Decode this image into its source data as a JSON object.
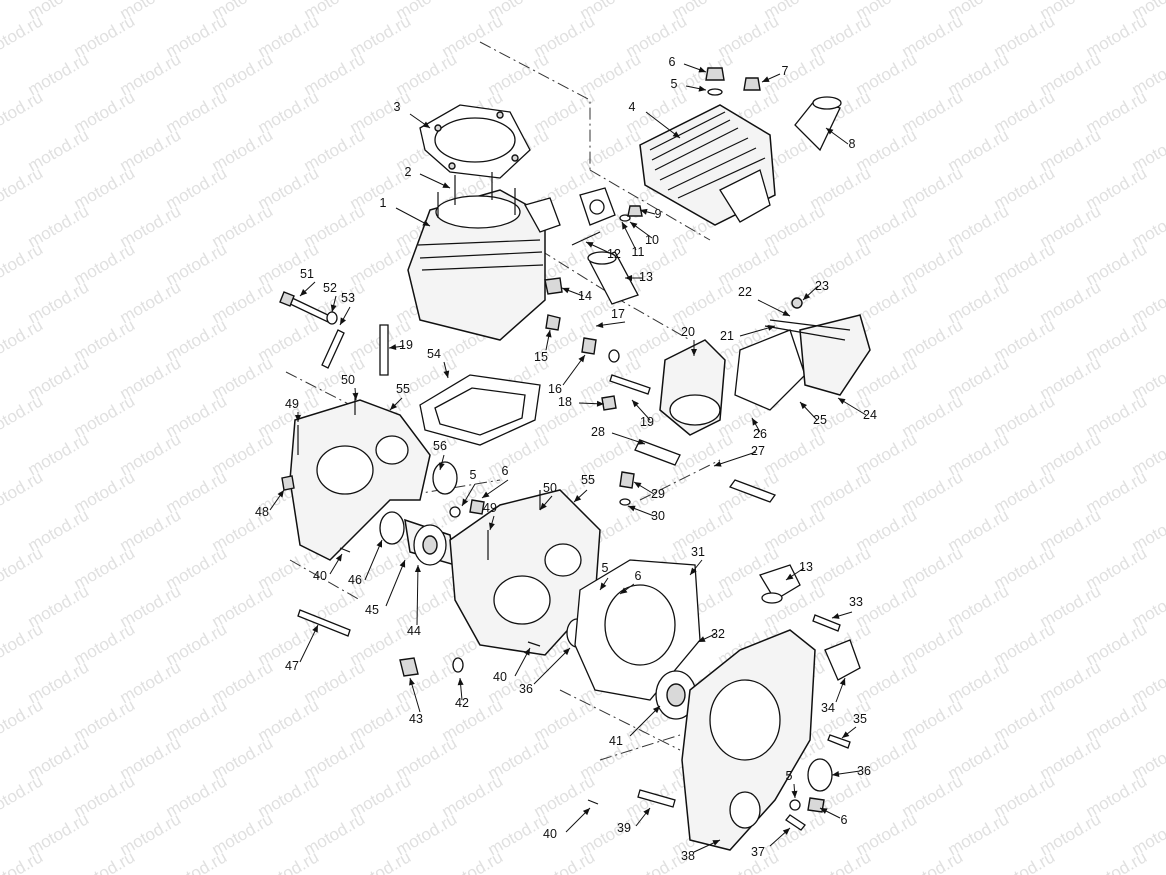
{
  "diagram": {
    "watermark": "motod.ru",
    "callout_numbers": [
      "1",
      "2",
      "3",
      "4",
      "5",
      "6",
      "7",
      "8",
      "9",
      "10",
      "11",
      "12",
      "13",
      "14",
      "15",
      "16",
      "17",
      "18",
      "19",
      "20",
      "21",
      "22",
      "23",
      "24",
      "25",
      "26",
      "27",
      "28",
      "29",
      "30",
      "31",
      "32",
      "33",
      "34",
      "35",
      "36",
      "37",
      "38",
      "39",
      "40",
      "41",
      "42",
      "43",
      "44",
      "45",
      "46",
      "47",
      "48",
      "49",
      "50",
      "51",
      "52",
      "53",
      "54",
      "55",
      "56"
    ],
    "callouts": [
      {
        "id": "c6a",
        "label": "6"
      },
      {
        "id": "c7",
        "label": "7"
      },
      {
        "id": "c5a",
        "label": "5"
      },
      {
        "id": "c4",
        "label": "4"
      },
      {
        "id": "c8",
        "label": "8"
      },
      {
        "id": "c3",
        "label": "3"
      },
      {
        "id": "c2",
        "label": "2"
      },
      {
        "id": "c1",
        "label": "1"
      },
      {
        "id": "c9",
        "label": "9"
      },
      {
        "id": "c10",
        "label": "10"
      },
      {
        "id": "c11",
        "label": "11"
      },
      {
        "id": "c12",
        "label": "12"
      },
      {
        "id": "c13a",
        "label": "13"
      },
      {
        "id": "c14",
        "label": "14"
      },
      {
        "id": "c51",
        "label": "51"
      },
      {
        "id": "c52",
        "label": "52"
      },
      {
        "id": "c53",
        "label": "53"
      },
      {
        "id": "c19a",
        "label": "19"
      },
      {
        "id": "c17",
        "label": "17"
      },
      {
        "id": "c15",
        "label": "15"
      },
      {
        "id": "c20",
        "label": "20"
      },
      {
        "id": "c22",
        "label": "22"
      },
      {
        "id": "c23",
        "label": "23"
      },
      {
        "id": "c21",
        "label": "21"
      },
      {
        "id": "c54",
        "label": "54"
      },
      {
        "id": "c50a",
        "label": "50"
      },
      {
        "id": "c55a",
        "label": "55"
      },
      {
        "id": "c16",
        "label": "16"
      },
      {
        "id": "c18",
        "label": "18"
      },
      {
        "id": "c19b",
        "label": "19"
      },
      {
        "id": "c24",
        "label": "24"
      },
      {
        "id": "c25",
        "label": "25"
      },
      {
        "id": "c26",
        "label": "26"
      },
      {
        "id": "c49a",
        "label": "49"
      },
      {
        "id": "c28",
        "label": "28"
      },
      {
        "id": "c27",
        "label": "27"
      },
      {
        "id": "c56",
        "label": "56"
      },
      {
        "id": "c5b",
        "label": "5"
      },
      {
        "id": "c6b",
        "label": "6"
      },
      {
        "id": "c50b",
        "label": "50"
      },
      {
        "id": "c55b",
        "label": "55"
      },
      {
        "id": "c29",
        "label": "29"
      },
      {
        "id": "c48",
        "label": "48"
      },
      {
        "id": "c49b",
        "label": "49"
      },
      {
        "id": "c30",
        "label": "30"
      },
      {
        "id": "c31",
        "label": "31"
      },
      {
        "id": "c40a",
        "label": "40"
      },
      {
        "id": "c46",
        "label": "46"
      },
      {
        "id": "c5c",
        "label": "5"
      },
      {
        "id": "c6c",
        "label": "6"
      },
      {
        "id": "c13b",
        "label": "13"
      },
      {
        "id": "c45",
        "label": "45"
      },
      {
        "id": "c44",
        "label": "44"
      },
      {
        "id": "c33",
        "label": "33"
      },
      {
        "id": "c47",
        "label": "47"
      },
      {
        "id": "c32",
        "label": "32"
      },
      {
        "id": "c40b",
        "label": "40"
      },
      {
        "id": "c36a",
        "label": "36"
      },
      {
        "id": "c34",
        "label": "34"
      },
      {
        "id": "c42",
        "label": "42"
      },
      {
        "id": "c43",
        "label": "43"
      },
      {
        "id": "c41",
        "label": "41"
      },
      {
        "id": "c35",
        "label": "35"
      },
      {
        "id": "c36b",
        "label": "36"
      },
      {
        "id": "c5d",
        "label": "5"
      },
      {
        "id": "c6d",
        "label": "6"
      },
      {
        "id": "c40c",
        "label": "40"
      },
      {
        "id": "c39",
        "label": "39"
      },
      {
        "id": "c38",
        "label": "38"
      },
      {
        "id": "c37",
        "label": "37"
      }
    ]
  }
}
